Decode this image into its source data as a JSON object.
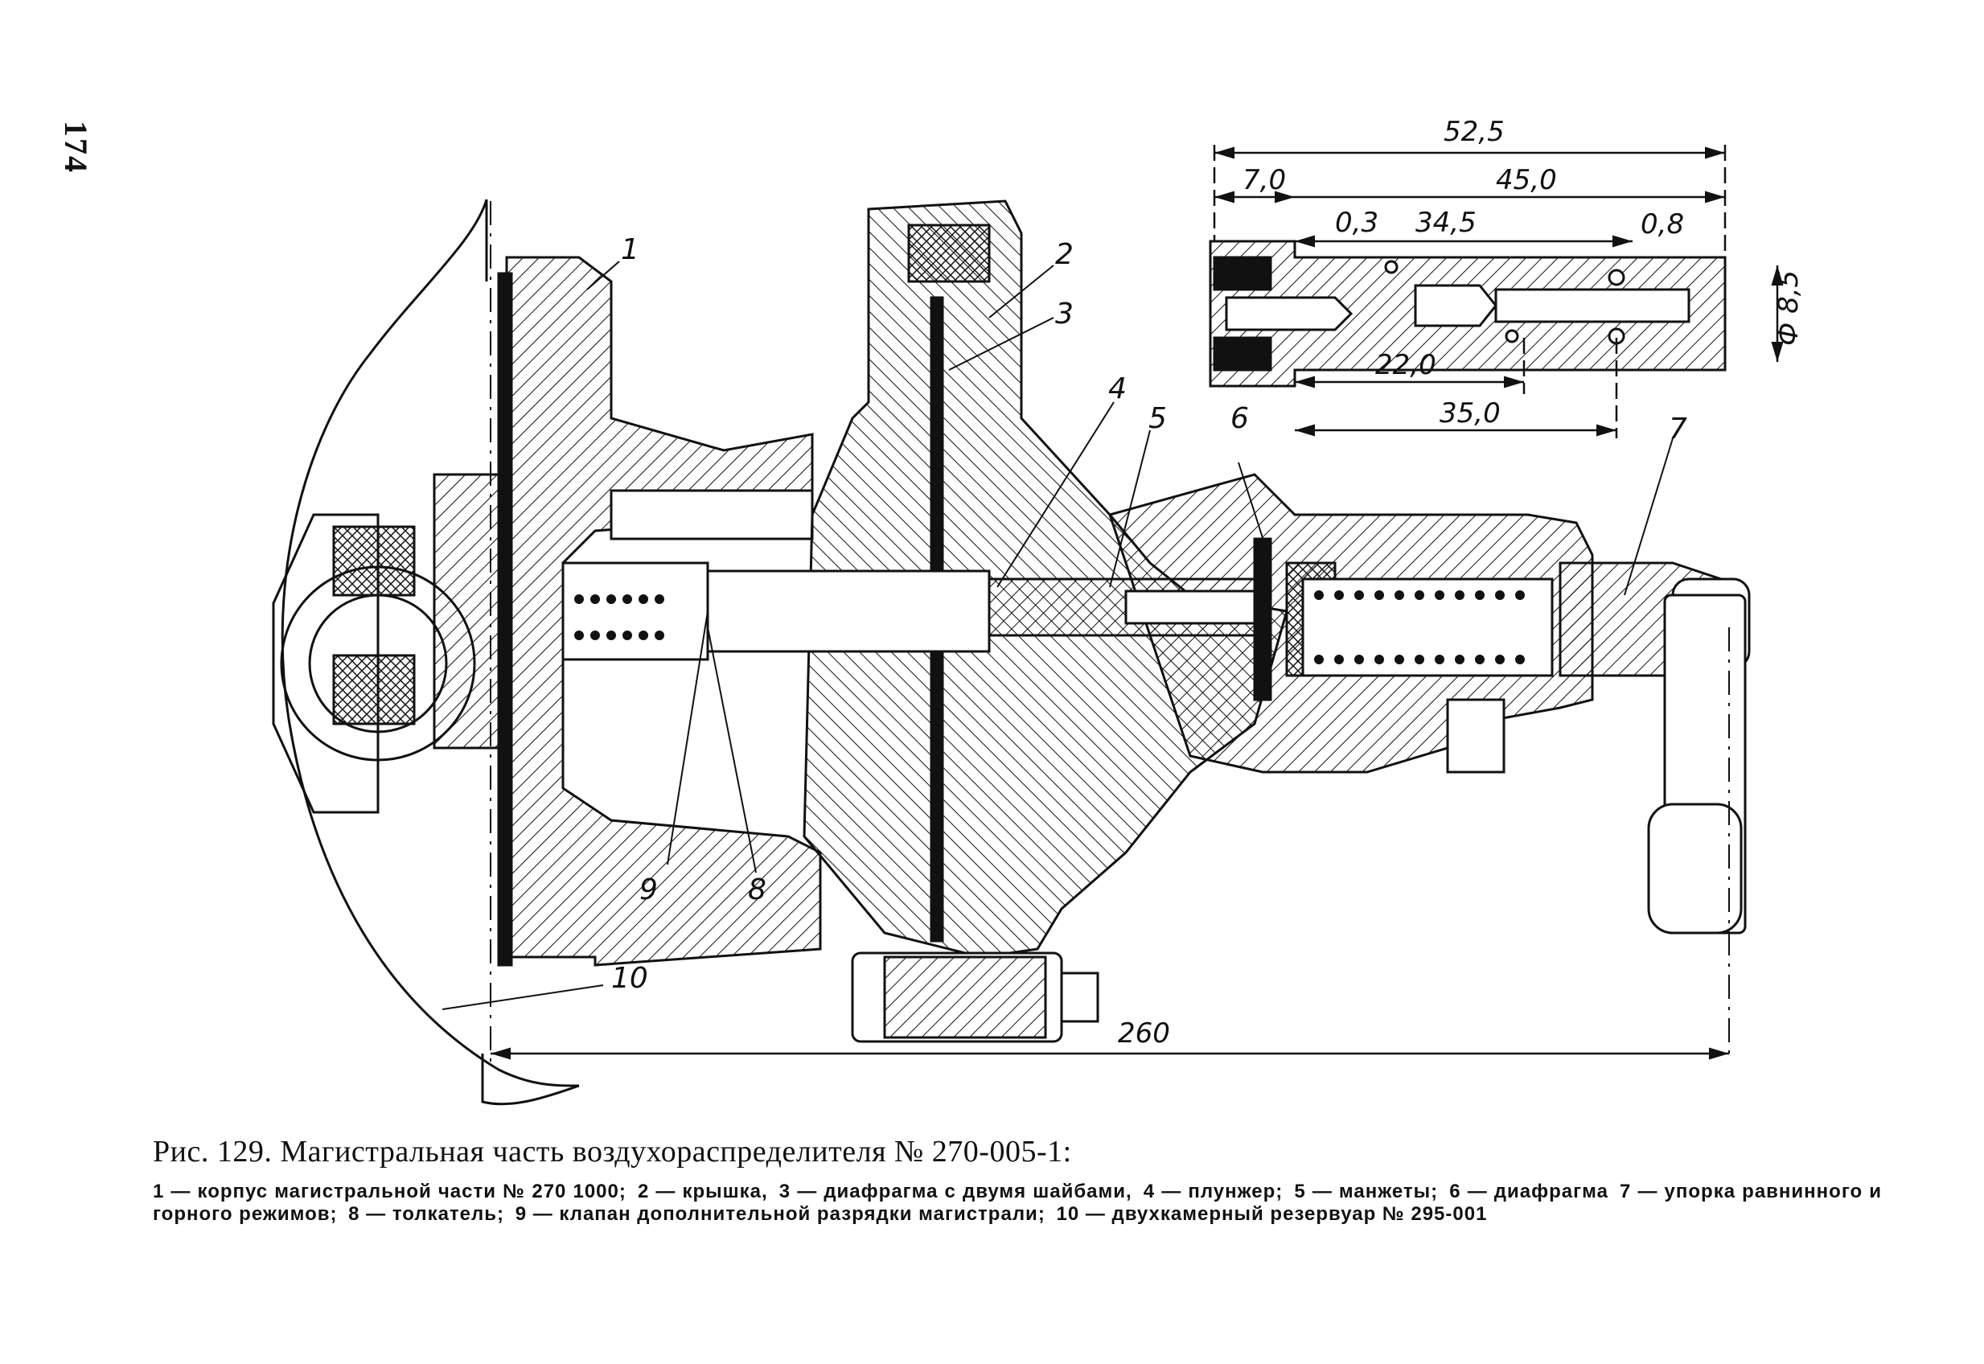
{
  "page": {
    "number": "174"
  },
  "figure": {
    "title": "Рис. 129. Магистральная часть воздухораспределителя № 270-005-1:",
    "legend": [
      "1 — корпус магистральной части № 270 1000;",
      "2 — крышка,",
      "3 — диафрагма с двумя шайбами,",
      "4 — плунжер;",
      "5 — манжеты;",
      "6 — диафрагма",
      "7 — упорка равнинного и горного режимов;",
      "8 — толкатель;",
      "9 — клапан дополнительной разрядки магистрали;",
      "10 — двухкамерный резервуар № 295-001"
    ]
  },
  "callouts": [
    "1",
    "2",
    "3",
    "4",
    "5",
    "6",
    "7",
    "8",
    "9",
    "10"
  ],
  "dimensions": {
    "overall_length": "260",
    "plunger_total": "52,5",
    "plunger_head": "7,0",
    "plunger_body": "45,0",
    "hole_small": "0,3",
    "bore_length": "34,5",
    "hole_large": "0,8",
    "diameter": "Ф 8,5",
    "groove_a": "22,0",
    "groove_b": "35,0"
  }
}
